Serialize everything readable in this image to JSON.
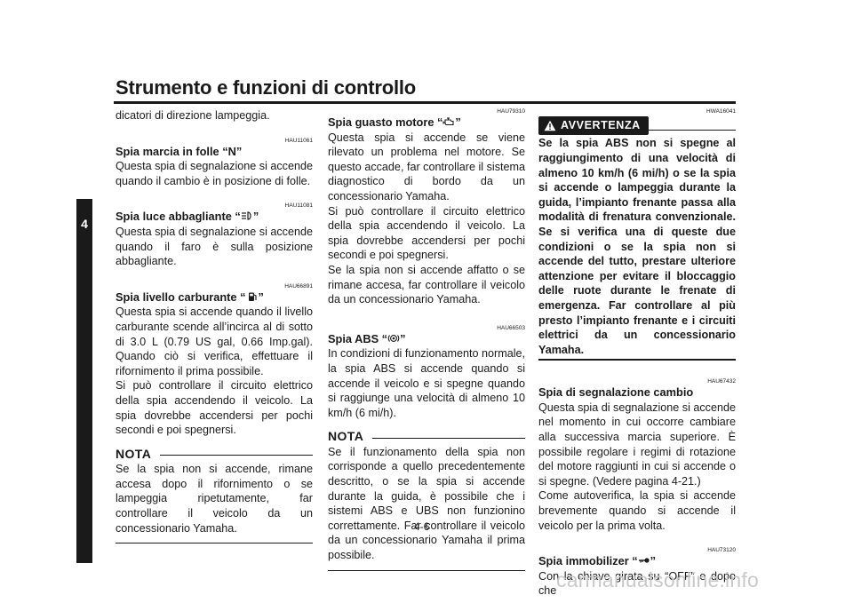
{
  "page": {
    "title": "Strumento e funzioni di controllo",
    "chapter": "4",
    "number": "4-6",
    "watermark": "carmanualsonline.info"
  },
  "col1": {
    "continued": "dicatori di direzione lampeggia.",
    "neutral": {
      "code": "HAU11061",
      "title_pre": "Spia marcia in folle “",
      "glyph": "N",
      "title_post": "”",
      "body": "Questa spia di segnalazione si accende quando il cambio è in posizione di folle."
    },
    "highbeam": {
      "code": "HAU11081",
      "title_pre": "Spia luce abbagliante “",
      "icon": "high-beam-icon",
      "title_post": "”",
      "body": "Questa spia di segnalazione si accende quando il faro è sulla posizione abbagliante."
    },
    "fuel": {
      "code": "HAU66891",
      "title_pre": "Spia livello carburante “",
      "icon": "fuel-pump-icon",
      "title_post": "”",
      "body1": "Questa spia si accende quando il livello carburante scende all’incirca al di sotto di 3.0 L (0.79 US gal, 0.66 Imp.gal). Quando ciò si verifica, effettuare il rifornimento il prima possibile.",
      "body2": "Si può controllare il circuito elettrico della spia accendendo il veicolo. La spia dovrebbe accendersi per pochi secondi e poi spegnersi."
    },
    "note": {
      "label": "NOTA",
      "body": "Se la spia non si accende, rimane accesa dopo il rifornimento o se lampeggia ripetutamente, far controllare il veicolo da un concessionario Yamaha."
    }
  },
  "col2": {
    "engine": {
      "code": "HAU79310",
      "title_pre": "Spia guasto motore “",
      "icon": "engine-icon",
      "title_post": "”",
      "body1": "Questa spia si accende se viene rilevato un problema nel motore. Se questo accade, far controllare il sistema diagnostico di bordo da un concessionario Yamaha.",
      "body2": "Si può controllare il circuito elettrico della spia accendendo il veicolo. La spia dovrebbe accendersi per pochi secondi e poi spegnersi.",
      "body3": "Se la spia non si accende affatto o se rimane accesa, far controllare il veicolo da un concessionario Yamaha."
    },
    "abs": {
      "code": "HAU66503",
      "title_pre": "Spia ABS “",
      "icon": "abs-icon",
      "title_post": "”",
      "body": "In condizioni di funzionamento normale, la spia ABS si accende quando si accende il veicolo e si spegne quando si raggiunge una velocità di almeno 10 km/h (6 mi/h)."
    },
    "note": {
      "label": "NOTA",
      "body": "Se il funzionamento della spia non corrisponde a quello precedentemente descritto, o se la spia si accende durante la guida, è possibile che i sistemi ABS e UBS non funzionino correttamente. Far controllare il veicolo da un concessionario Yamaha il prima possibile."
    }
  },
  "col3": {
    "warning": {
      "code": "HWA16041",
      "label": "AVVERTENZA",
      "body": "Se la spia ABS non si spegne al raggiungimento di una velocità di almeno 10 km/h (6 mi/h) o se la spia si accende o lampeggia durante la guida, l’impianto frenante passa alla modalità di frenatura convenzionale. Se si verifica una di queste due condizioni o se la spia non si accende del tutto, prestare ulteriore attenzione per evitare il bloccaggio delle ruote durante le frenate di emergenza. Far controllare al più presto l’impianto frenante e i circuiti elettrici da un concessionario Yamaha."
    },
    "shift": {
      "code": "HAU67432",
      "title": "Spia di segnalazione cambio",
      "body1": "Questa spia di segnalazione si accende nel momento in cui occorre cambiare alla successiva marcia superiore. È possibile regolare i regimi di rotazione del motore raggiunti in cui si accende o si spegne. (Vedere pagina 4-21.)",
      "body2": "Come autoverifica, la spia si accende brevemente quando si accende il veicolo per la prima volta."
    },
    "immobilizer": {
      "code": "HAU73120",
      "title_pre": "Spia immobilizer “",
      "icon": "key-icon",
      "title_post": "”",
      "body": "Con la chiave girata su “OFF” e dopo che"
    }
  }
}
